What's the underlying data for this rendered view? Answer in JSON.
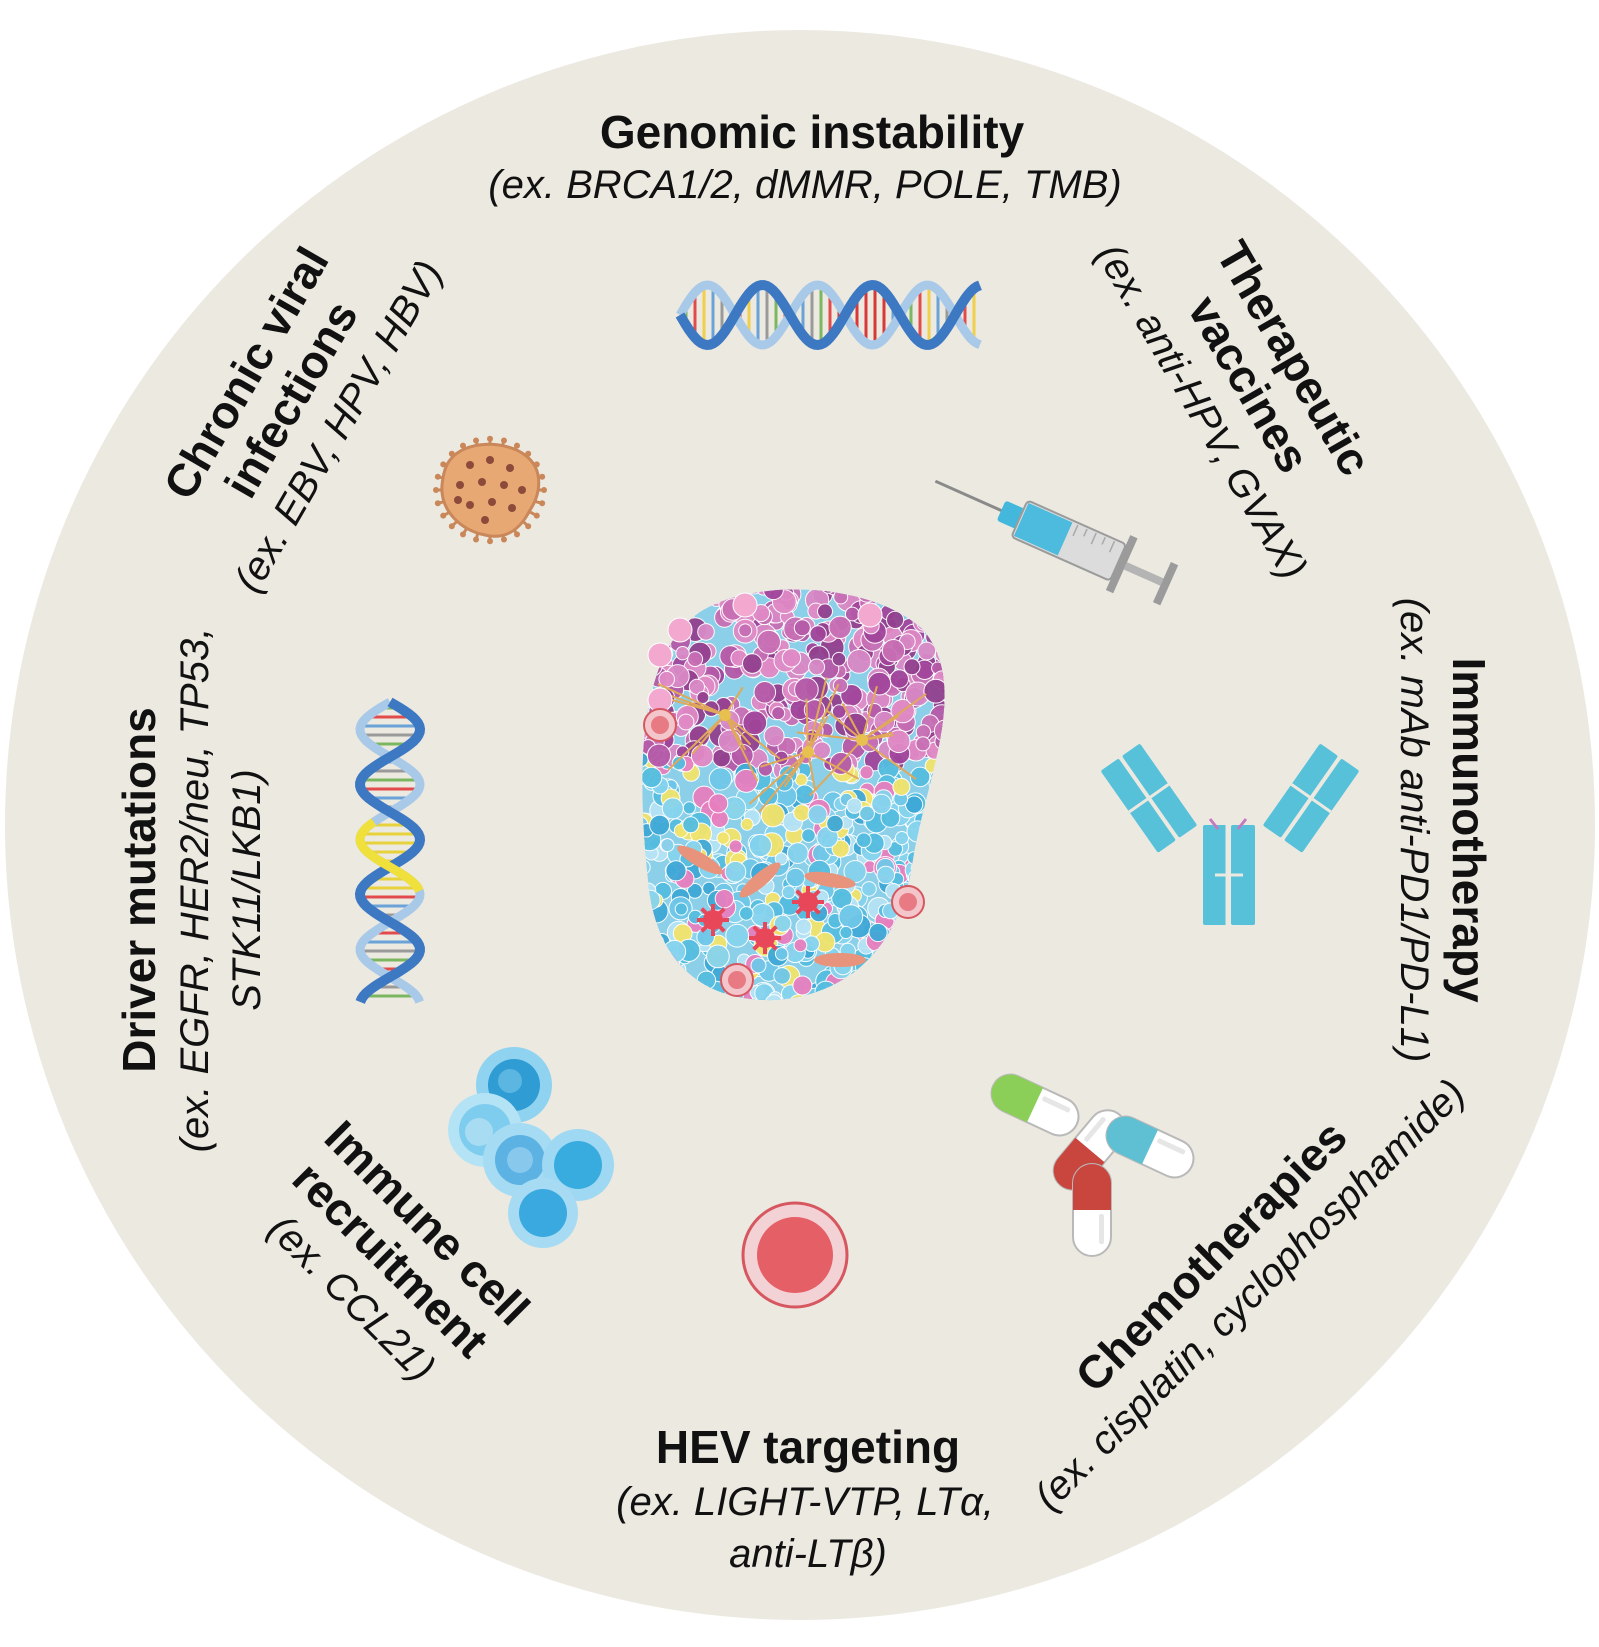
{
  "figure": {
    "background_color": "#ece9e1",
    "cell_colors": [
      "#55bde0",
      "#86d3ee",
      "#3fa8d6",
      "#f08dc8",
      "#c86fb5",
      "#a1459b",
      "#f2e36b",
      "#b6e3f5",
      "#e77fbf"
    ]
  },
  "sections": {
    "genomic": {
      "title": "Genomic instability",
      "ex_prefix": "(ex. ",
      "ex_text": "BRCA1/2, dMMR, POLE, TMB)"
    },
    "viral": {
      "title_line1": "Chronic viral",
      "title_line2": "infections",
      "ex_prefix": "(ex. ",
      "ex_text": "EBV, HPV, HBV)"
    },
    "vaccines": {
      "title_line1": "Therapeutic",
      "title_line2": "vaccines",
      "ex_prefix": "(ex. ",
      "ex_text": "anti-HPV, GVAX)"
    },
    "driver": {
      "title": "Driver mutations",
      "ex_line1_prefix": "(ex. ",
      "ex_line1": "EGFR, HER2/neu, TP53,",
      "ex_line2": "STK11/LKB1)"
    },
    "immunotherapy": {
      "title": "Immunotherapy",
      "ex_prefix": "(ex. ",
      "ex_text": "mAb anti-PD1/PD-L1)"
    },
    "recruitment": {
      "title_line1": "Immune cell",
      "title_line2": "recruitment",
      "ex_prefix": "(ex. ",
      "ex_text": "CCL21)"
    },
    "hev": {
      "title": "HEV targeting",
      "ex_line1_prefix": "(ex. ",
      "ex_line1": "LIGHT-VTP, LTα,",
      "ex_line2": "anti-LTβ)"
    },
    "chemo": {
      "title": "Chemotherapies",
      "ex_prefix": "(ex. ",
      "ex_text": "cisplatin, cyclophosphamide)"
    }
  },
  "icons": {
    "dna_top": "dna-helix-icon",
    "virus": "virus-icon",
    "syringe": "syringe-icon",
    "dna_left": "dna-helix-icon",
    "tumor": "tumor-tissue-icon",
    "antibody": "antibody-icon",
    "immune_cells": "immune-cells-icon",
    "hev_vessel": "high-endothelial-venule-icon",
    "pills": "pills-icon"
  }
}
